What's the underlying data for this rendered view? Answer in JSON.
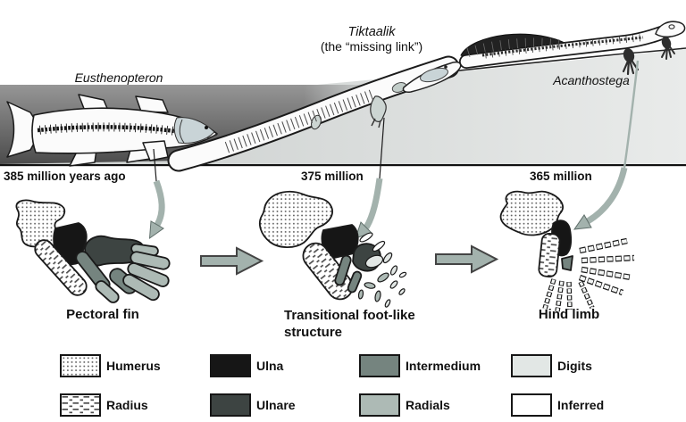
{
  "figure": {
    "species": {
      "tiktaalik": {
        "name": "Tiktaalik",
        "subtitle": "(the “missing link”)"
      },
      "eusthenopteron": {
        "name": "Eusthenopteron"
      },
      "acanthostega": {
        "name": "Acanthostega"
      }
    },
    "timeline": {
      "t1": "385 million years ago",
      "t2": "375 million",
      "t3": "365 million"
    },
    "captions": {
      "fin": "Pectoral fin",
      "transitional_line1": "Transitional foot-like",
      "transitional_line2": "structure",
      "limb": "Hind limb"
    }
  },
  "legend": {
    "items": [
      {
        "key": "humerus",
        "label": "Humerus",
        "pattern": "dots",
        "color": "#ffffff"
      },
      {
        "key": "radius",
        "label": "Radius",
        "pattern": "dashes",
        "color": "#ffffff"
      },
      {
        "key": "ulna",
        "label": "Ulna",
        "color": "#161616"
      },
      {
        "key": "ulnare",
        "label": "Ulnare",
        "color": "#3d4442"
      },
      {
        "key": "intermedium",
        "label": "Intermedium",
        "color": "#75847f"
      },
      {
        "key": "radials",
        "label": "Radials",
        "color": "#adbab5"
      },
      {
        "key": "digits",
        "label": "Digits",
        "color": "#e2e7e5"
      },
      {
        "key": "inferred",
        "label": "Inferred",
        "color": "#ffffff"
      }
    ]
  },
  "colors": {
    "arrow": "#a3b2ad",
    "arrow_outline": "#5f6e6a",
    "outline": "#1a1a1a",
    "water_dark": "#4c4c4c",
    "water_top": "#969696",
    "strip_light_left": "#c8cccb",
    "strip_light_right": "#e9ebea",
    "skull_plate": "#c9d4d7"
  }
}
